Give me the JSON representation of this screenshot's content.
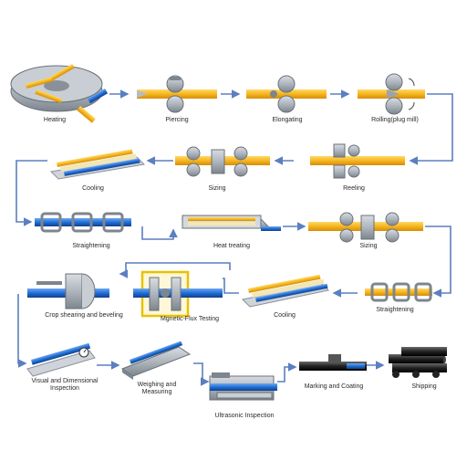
{
  "diagram": {
    "steps": [
      {
        "id": "heating",
        "label": "Heating"
      },
      {
        "id": "piercing",
        "label": "Piercing"
      },
      {
        "id": "elongating",
        "label": "Elongating"
      },
      {
        "id": "rolling",
        "label": "Rolling(plug mill)"
      },
      {
        "id": "reeling",
        "label": "Reeling"
      },
      {
        "id": "sizing1",
        "label": "Sizing"
      },
      {
        "id": "cooling1",
        "label": "Cooling"
      },
      {
        "id": "straightening1",
        "label": "Straightening"
      },
      {
        "id": "heat-treating",
        "label": "Heat treating"
      },
      {
        "id": "sizing2",
        "label": "Sizing"
      },
      {
        "id": "straightening2",
        "label": "Straightening"
      },
      {
        "id": "cooling2",
        "label": "Cooling"
      },
      {
        "id": "mpi",
        "label": "Mgnetic-Flux Testing"
      },
      {
        "id": "crop",
        "label": "Crop shearing and beveling"
      },
      {
        "id": "visual",
        "label": "Visual and Dimensional Inspection"
      },
      {
        "id": "weighing",
        "label": "Weighing and Measuring"
      },
      {
        "id": "ultrasonic",
        "label": "Ultrasonic Inspection"
      },
      {
        "id": "marking",
        "label": "Marking and Coating"
      },
      {
        "id": "shipping",
        "label": "Shipping"
      }
    ],
    "colors": {
      "orange": "#f5b51f",
      "blue": "#1f6fd6",
      "steel": "#9aa3ad",
      "arrow": "#5b7fc0"
    }
  }
}
